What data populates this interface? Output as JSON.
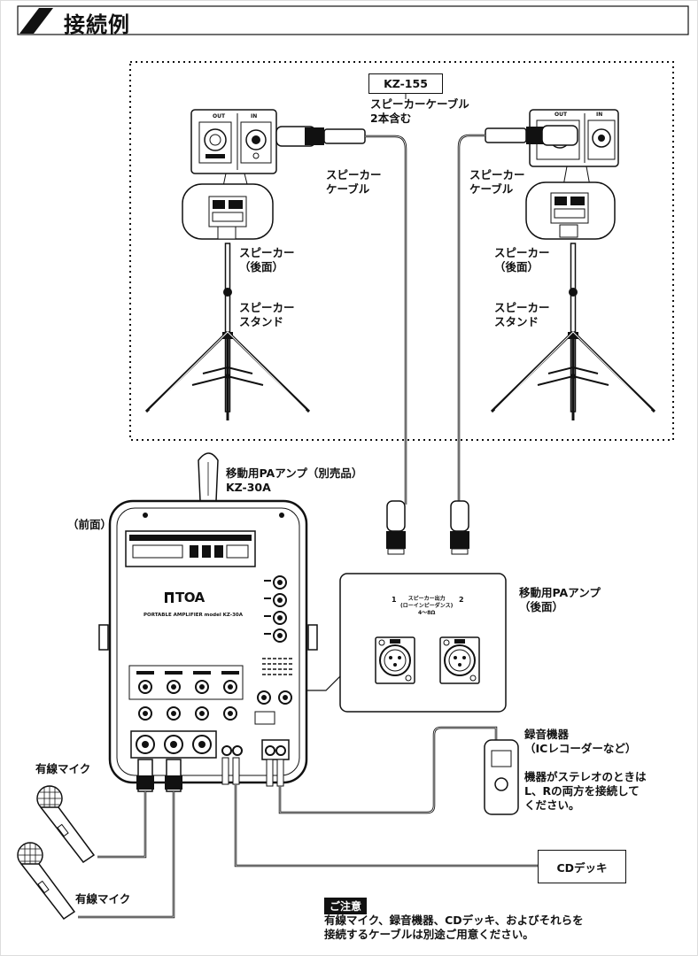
{
  "page": {
    "title": "接続例"
  },
  "cable_box": {
    "model": "KZ-155",
    "caption_line1": "スピーカーケーブル",
    "caption_line2": "2本含む"
  },
  "left_speaker": {
    "out_label": "OUT",
    "in_label": "IN",
    "cable_line1": "スピーカー",
    "cable_line2": "ケーブル",
    "rear_line1": "スピーカー",
    "rear_line2": "（後面）",
    "stand_line1": "スピーカー",
    "stand_line2": "スタンド"
  },
  "right_speaker": {
    "out_label": "OUT",
    "in_label": "IN",
    "cable_line1": "スピーカー",
    "cable_line2": "ケーブル",
    "rear_line1": "スピーカー",
    "rear_line2": "（後面）",
    "stand_line1": "スピーカー",
    "stand_line2": "スタンド"
  },
  "amp": {
    "name_line1": "移動用PAアンプ（別売品）",
    "name_line2": "KZ-30A",
    "front_label": "（前面）",
    "brand": "TOA",
    "model_text": "PORTABLE AMPLIFIER model KZ-30A"
  },
  "rear_panel": {
    "label_line1": "移動用PAアンプ",
    "label_line2": "（後面）",
    "port1": "1",
    "port2": "2",
    "out_line1": "スピーカー出力",
    "out_line2": "(ローインピーダンス)",
    "out_line3": "4～8Ω"
  },
  "recorder": {
    "line1": "録音機器",
    "line2": "（ICレコーダーなど）",
    "line3": "機器がステレオのときは",
    "line4": "L、Rの両方を接続して",
    "line5": "ください。"
  },
  "cd_deck": {
    "label": "CDデッキ"
  },
  "mic_top": {
    "label": "有線マイク"
  },
  "mic_bottom": {
    "label": "有線マイク"
  },
  "notice": {
    "badge": "ご注意",
    "line1": "有線マイク、録音機器、CDデッキ、およびそれらを",
    "line2": "接続するケーブルは別途ご用意ください。"
  }
}
